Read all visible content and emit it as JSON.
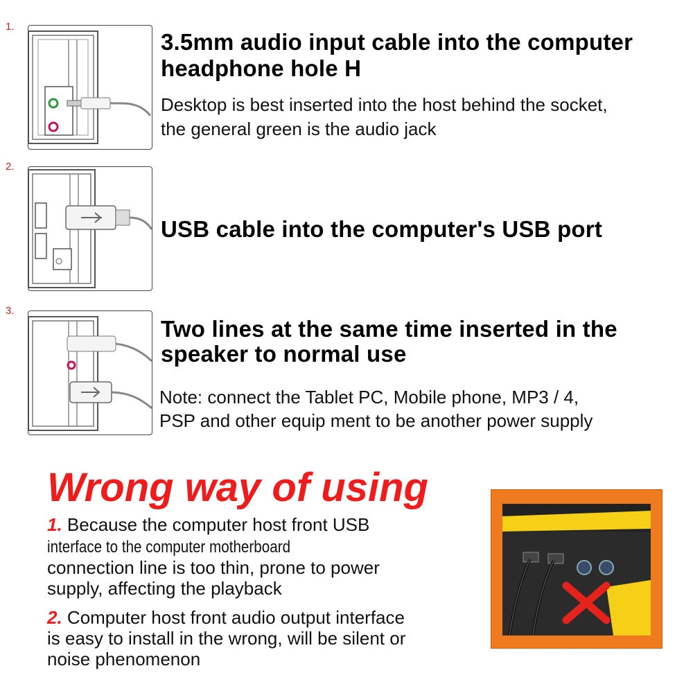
{
  "steps": [
    {
      "number": "1.",
      "title_lines": [
        "3.5mm audio input cable into the computer",
        "headphone hole H"
      ],
      "body_lines": [
        "Desktop is best inserted into the host behind the socket,",
        "the general green is the audio jack"
      ]
    },
    {
      "number": "2.",
      "title_lines": [
        "USB cable into the computer's USB port"
      ],
      "body_lines": []
    },
    {
      "number": "3.",
      "title_lines": [
        "Two lines at the same time inserted in the",
        "speaker to normal use"
      ],
      "body_lines": [
        "Note: connect the Tablet PC,  Mobile phone,  MP3 / 4,",
        "PSP and other equip ment to be another power supply"
      ]
    }
  ],
  "wrong": {
    "title": "Wrong way of using",
    "item1": {
      "number": "1.",
      "lines": [
        " Because the computer host front USB",
        "interface to the computer motherboard",
        "connection line is too thin, prone to power",
        "supply, affecting the playback"
      ]
    },
    "item2": {
      "number": "2.",
      "lines": [
        " Computer host front audio output interface",
        "is easy to install in the wrong, will be silent or",
        "noise phenomenon"
      ]
    }
  },
  "colors": {
    "accent_red": "#ee1c1c",
    "photo_frame": "#f07a1e",
    "audio_green": "#2e9b3a",
    "audio_pink": "#c2185b"
  },
  "icons": [
    "audio-cable-icon",
    "usb-cable-icon",
    "dual-cable-icon",
    "red-x-icon"
  ]
}
